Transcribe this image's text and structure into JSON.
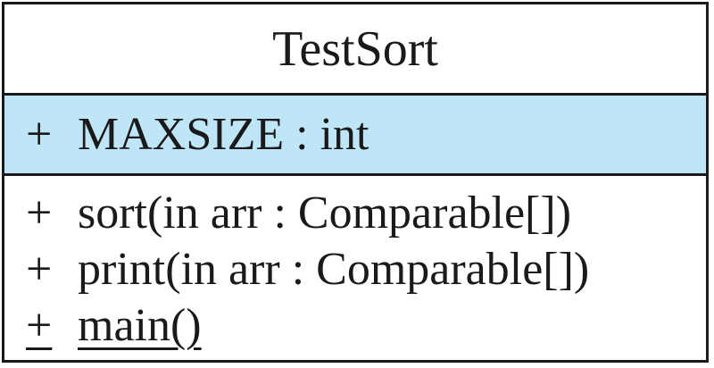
{
  "class_box": {
    "name": "TestSort",
    "attributes": [
      {
        "visibility": "+",
        "text": "MAXSIZE : int"
      }
    ],
    "operations": [
      {
        "visibility": "+",
        "text": "sort(in arr : Comparable[])",
        "static": false
      },
      {
        "visibility": "+",
        "text": "print(in arr : Comparable[])",
        "static": false
      },
      {
        "visibility": "+",
        "text": "main()",
        "static": true
      }
    ]
  },
  "colors": {
    "attribute_highlight": "#bfe6f7",
    "border": "#1a1a1a"
  }
}
